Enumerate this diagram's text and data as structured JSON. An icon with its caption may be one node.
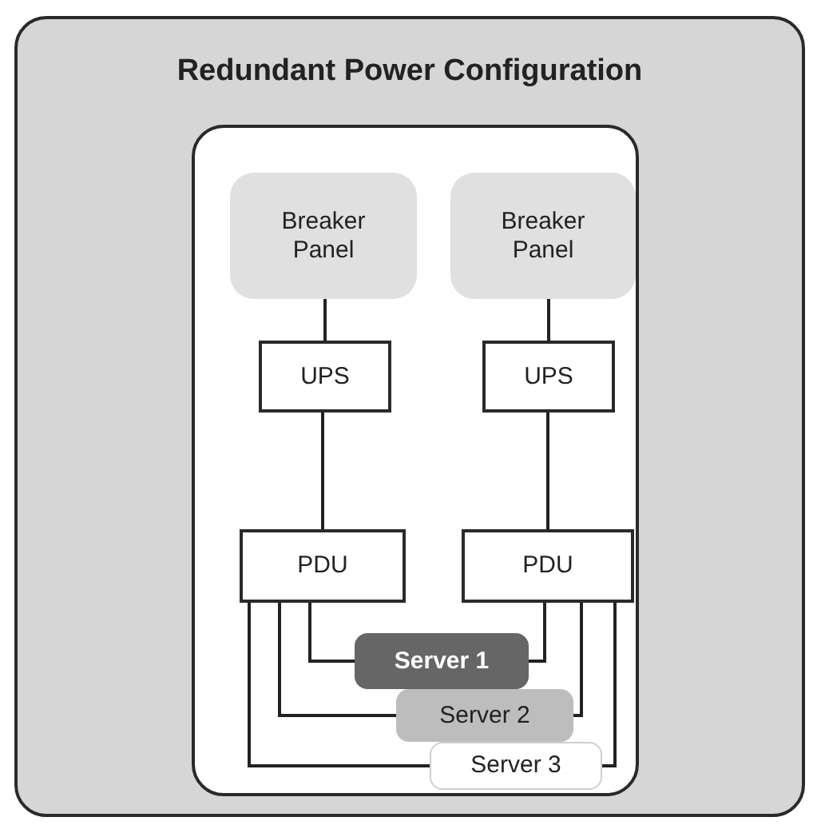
{
  "diagram": {
    "nodes": [
      {
        "text": [
          "Redundant Power Configuration"
        ]
      },
      {
        "text": [],
        "shape": "box",
        "in": 0
      },
      {
        "text": [
          "Breaker Panel"
        ],
        "in": 1
      },
      {
        "text": [
          "Breaker Panel"
        ],
        "in": 1
      },
      {
        "text": [
          "UPS"
        ],
        "in": 1
      },
      {
        "text": [
          "UPS"
        ],
        "in": 1
      },
      {
        "text": [
          "PDU"
        ],
        "in": 1
      },
      {
        "text": [
          "PDU"
        ],
        "in": 1
      },
      {
        "text": [
          "Server 1"
        ],
        "in": 1
      },
      {
        "text": [
          "Server 2"
        ],
        "in": 1
      },
      {
        "text": [
          "Server 3"
        ],
        "in": 1
      }
    ],
    "edges": [
      {
        "from": 2,
        "to": 4,
        "arrow": "none"
      },
      {
        "from": 3,
        "to": 5,
        "arrow": "none"
      },
      {
        "from": 4,
        "to": 6,
        "arrow": "none"
      },
      {
        "from": 5,
        "to": 7,
        "arrow": "none"
      },
      {
        "from": 6,
        "to": 8,
        "arrow": "none"
      },
      {
        "from": 7,
        "to": 8,
        "arrow": "none"
      },
      {
        "from": 6,
        "to": 9,
        "arrow": "none"
      },
      {
        "from": 7,
        "to": 9,
        "arrow": "none"
      },
      {
        "from": 6,
        "to": 10,
        "arrow": "none"
      },
      {
        "from": 7,
        "to": 10,
        "arrow": "none"
      }
    ]
  }
}
